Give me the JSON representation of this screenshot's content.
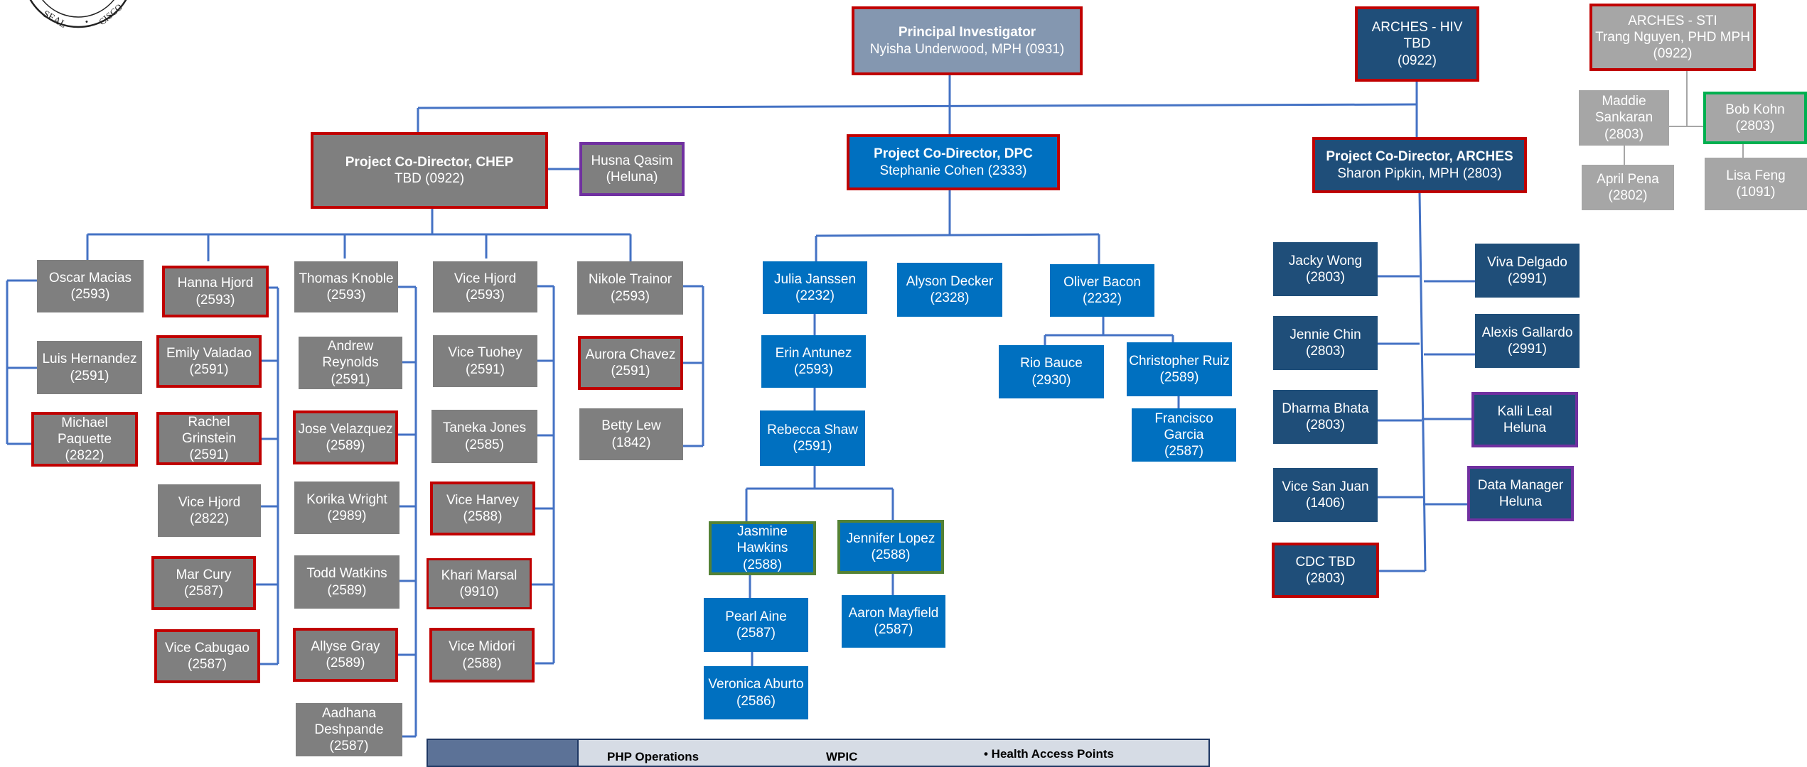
{
  "colors": {
    "grey": "#7f7f7f",
    "light_grey": "#a6a6a6",
    "navy": "#1f4e79",
    "blue": "#0070c0",
    "pi": "#8497b0",
    "red_border": "#c00000",
    "purple_border": "#7030a0",
    "green_border": "#00b050",
    "connector": "#4472c4"
  },
  "seal": {
    "text": "SEAL",
    "text2": "CISCO"
  },
  "pi": {
    "title": "Principal Investigator",
    "name": "Nyisha Underwood, MPH (0931)"
  },
  "arches_hiv": {
    "l1": "ARCHES - HIV",
    "l2": "TBD",
    "l3": "(0922)"
  },
  "arches_sti": {
    "l1": "ARCHES - STI",
    "l2": "Trang Nguyen, PHD MPH",
    "l3": "(0922)"
  },
  "sti_staff": {
    "maddie": {
      "l1": "Maddie",
      "l2": "Sankaran",
      "l3": "(2803)"
    },
    "bob": {
      "l1": "Bob Kohn",
      "l2": "(2803)"
    },
    "april": {
      "l1": "April Pena",
      "l2": "(2802)"
    },
    "lisa": {
      "l1": "Lisa Feng",
      "l2": "(1091)"
    }
  },
  "chep": {
    "title": "Project Co-Director, CHEP",
    "name": "TBD (0922)"
  },
  "husna": {
    "l1": "Husna Qasim",
    "l2": "(Heluna)"
  },
  "dpc": {
    "title": "Project Co-Director, DPC",
    "name": "Stephanie Cohen (2333)"
  },
  "arches": {
    "title": "Project Co-Director, ARCHES",
    "name": "Sharon Pipkin, MPH (2803)"
  },
  "chep_staff": {
    "oscar": {
      "l1": "Oscar  Macias",
      "l2": "(2593)"
    },
    "luis": {
      "l1": "Luis Hernandez",
      "l2": "(2591)"
    },
    "michael": {
      "l1": "Michael",
      "l2": "Paquette",
      "l3": "(2822)"
    },
    "hanna": {
      "l1": "Hanna Hjord",
      "l2": "(2593)"
    },
    "emily": {
      "l1": "Emily Valadao",
      "l2": "(2591)"
    },
    "rachel": {
      "l1": "Rachel Grinstein",
      "l2": "(2591)"
    },
    "vice_hjord_2822": {
      "l1": "Vice Hjord",
      "l2": "(2822)"
    },
    "mar": {
      "l1": "Mar Cury",
      "l2": "(2587)"
    },
    "vice_cabugao": {
      "l1": "Vice Cabugao",
      "l2": "(2587)"
    },
    "thomas": {
      "l1": "Thomas Knoble",
      "l2": "(2593)"
    },
    "andrew": {
      "l1": "Andrew",
      "l2": "Reynolds",
      "l3": "(2591)"
    },
    "jose": {
      "l1": "Jose Velazquez",
      "l2": "(2589)"
    },
    "korika": {
      "l1": "Korika Wright",
      "l2": "(2989)"
    },
    "todd": {
      "l1": "Todd Watkins",
      "l2": "(2589)"
    },
    "allyse": {
      "l1": "Allyse Gray",
      "l2": "(2589)"
    },
    "aadhana": {
      "l1": "Aadhana",
      "l2": "Deshpande",
      "l3": "(2587)"
    },
    "vice_hjord_2593": {
      "l1": "Vice Hjord",
      "l2": "(2593)"
    },
    "vice_tuohey": {
      "l1": "Vice Tuohey",
      "l2": "(2591)"
    },
    "taneka": {
      "l1": "Taneka Jones",
      "l2": "(2585)"
    },
    "vice_harvey": {
      "l1": "Vice Harvey",
      "l2": "(2588)"
    },
    "khari": {
      "l1": "Khari Marsal",
      "l2": "(9910)"
    },
    "vice_midori": {
      "l1": "Vice Midori",
      "l2": "(2588)"
    },
    "nikole": {
      "l1": "Nikole Trainor",
      "l2": "(2593)"
    },
    "aurora": {
      "l1": "Aurora Chavez",
      "l2": "(2591)"
    },
    "betty": {
      "l1": "Betty Lew",
      "l2": "(1842)"
    }
  },
  "dpc_staff": {
    "julia": {
      "l1": "Julia Janssen",
      "l2": "(2232)"
    },
    "erin": {
      "l1": "Erin Antunez",
      "l2": "(2593)"
    },
    "rebecca": {
      "l1": "Rebecca Shaw",
      "l2": "(2591)"
    },
    "jasmine": {
      "l1": "Jasmine",
      "l2": "Hawkins",
      "l3": "(2588)"
    },
    "jennifer": {
      "l1": "Jennifer Lopez",
      "l2": "(2588)"
    },
    "pearl": {
      "l1": "Pearl Aine",
      "l2": "(2587)"
    },
    "veronica": {
      "l1": "Veronica Aburto",
      "l2": "(2586)"
    },
    "aaron": {
      "l1": "Aaron Mayfield",
      "l2": "(2587)"
    },
    "alyson": {
      "l1": "Alyson Decker",
      "l2": "(2328)"
    },
    "oliver": {
      "l1": "Oliver Bacon",
      "l2": "(2232)"
    },
    "rio": {
      "l1": "Rio Bauce",
      "l2": "(2930)"
    },
    "christopher": {
      "l1": "Christopher Ruiz",
      "l2": "(2589)"
    },
    "francisco": {
      "l1": "Francisco Garcia",
      "l2": "(2587)"
    }
  },
  "arches_staff": {
    "jacky": {
      "l1": "Jacky Wong",
      "l2": "(2803)"
    },
    "jennie": {
      "l1": "Jennie Chin",
      "l2": "(2803)"
    },
    "dharma": {
      "l1": "Dharma Bhata",
      "l2": "(2803)"
    },
    "vice_san_juan": {
      "l1": "Vice San Juan",
      "l2": "(1406)"
    },
    "cdc": {
      "l1": "CDC TBD",
      "l2": "(2803)"
    },
    "viva": {
      "l1": "Viva Delgado",
      "l2": "(2991)"
    },
    "alexis": {
      "l1": "Alexis Gallardo",
      "l2": "(2991)"
    },
    "kalli": {
      "l1": "Kalli Leal",
      "l2": "Heluna"
    },
    "data_manager": {
      "l1": "Data Manager",
      "l2": "Heluna"
    }
  },
  "legend": {
    "col1": "PHP Operations",
    "col2": "WPIC",
    "col3": "• Health Access Points"
  }
}
